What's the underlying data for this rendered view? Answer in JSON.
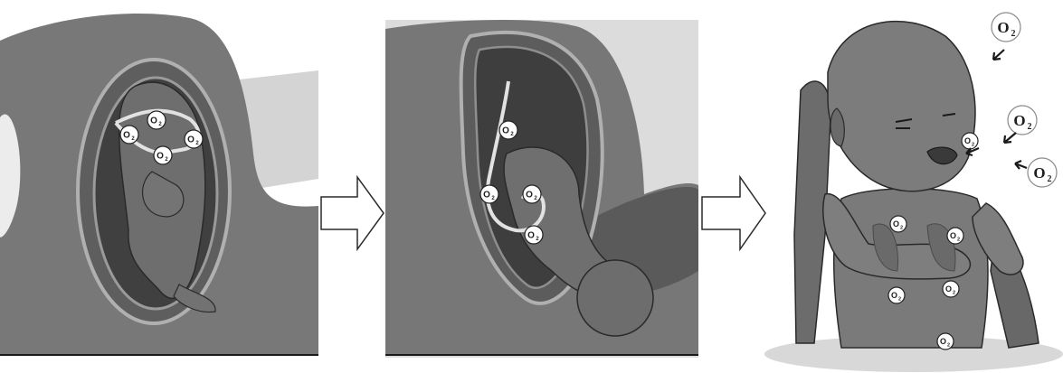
{
  "figure": {
    "panels": [
      {
        "id": "fetus-in-utero",
        "description": "fetus in the uterus"
      },
      {
        "id": "fetus-during-birth",
        "description": "fetus during delivery"
      },
      {
        "id": "newborn-breathing",
        "description": "newborn taking in oxygen"
      }
    ],
    "oxygen_label": {
      "base": "O",
      "subscript": "2"
    },
    "colors": {
      "body": "#7a7a7a",
      "shadow": "#3c3c3c",
      "light_bg": "#d4d4d4",
      "cord": "#e2e2e2",
      "arrow_fill": "#ffffff",
      "outline": "#2a2a2a"
    }
  }
}
